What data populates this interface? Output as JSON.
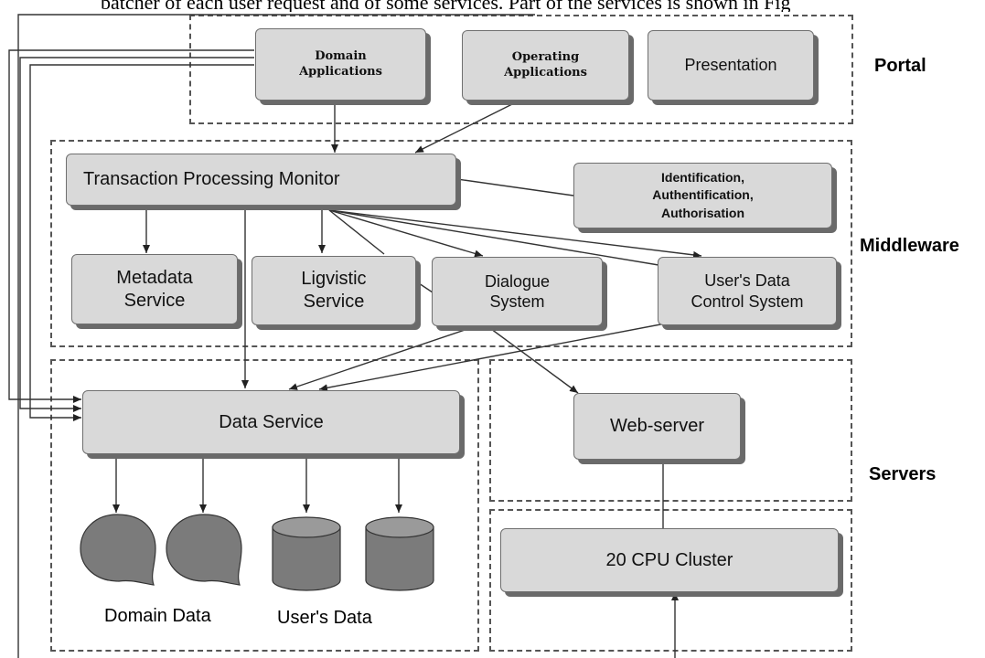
{
  "caption": "batcher of each user request and of some services. Part of the services is shown in Fig",
  "layers": {
    "portal": "Portal",
    "middleware": "Middleware",
    "servers": "Servers"
  },
  "boxes": {
    "domain_applications": "Domain\nApplications",
    "operating_applications": "Operating\nApplications",
    "presentation": "Presentation",
    "tp_monitor": "Transaction Processing Monitor",
    "identification": "Identification,\nAuthentification,\nAuthorisation",
    "metadata_service": "Metadata\nService",
    "ligvistic_service": "Ligvistic\nService",
    "dialogue_system": "Dialogue\nSystem",
    "users_data_control": "User's Data\nControl System",
    "data_service": "Data Service",
    "web_server": "Web-server",
    "cpu_cluster": "20 CPU Cluster"
  },
  "stores": {
    "domain_data": "Domain Data",
    "users_data": "User's Data"
  }
}
